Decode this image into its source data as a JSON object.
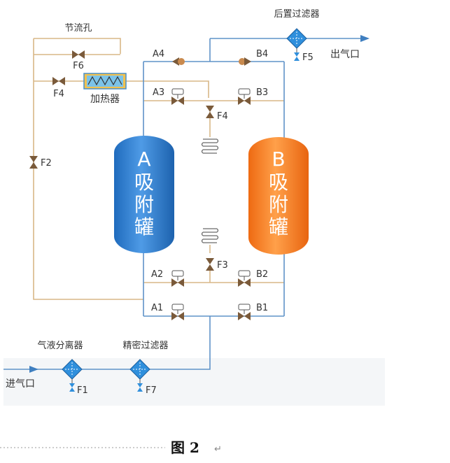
{
  "colors": {
    "pipe_air": "#5f93c8",
    "pipe_regen": "#d9b787",
    "tank_a": "#2f7fd0",
    "tank_b": "#f47b1e",
    "filter": "#2f8fdc",
    "valve": "#7a5a3a"
  },
  "labels": {
    "throttle": "节流孔",
    "after_filter": "后置过滤器",
    "outlet": "出气口",
    "heater": "加热器",
    "separator": "气液分离器",
    "precision_filter": "精密过滤器",
    "inlet": "进气口",
    "caption": "图 2",
    "caption_mark": "↵"
  },
  "valves": {
    "f6": "F6",
    "f4_left": "F4",
    "f2": "F2",
    "f4_mid": "F4",
    "f3": "F3",
    "a4": "A4",
    "b4": "B4",
    "a3": "A3",
    "b3": "B3",
    "a2": "A2",
    "b2": "B2",
    "a1": "A1",
    "b1": "B1",
    "f5": "F5",
    "f1": "F1",
    "f7": "F7"
  },
  "tanks": {
    "a": {
      "letter": "A",
      "c1": "吸",
      "c2": "附",
      "c3": "罐"
    },
    "b": {
      "letter": "B",
      "c1": "吸",
      "c2": "附",
      "c3": "罐"
    }
  }
}
